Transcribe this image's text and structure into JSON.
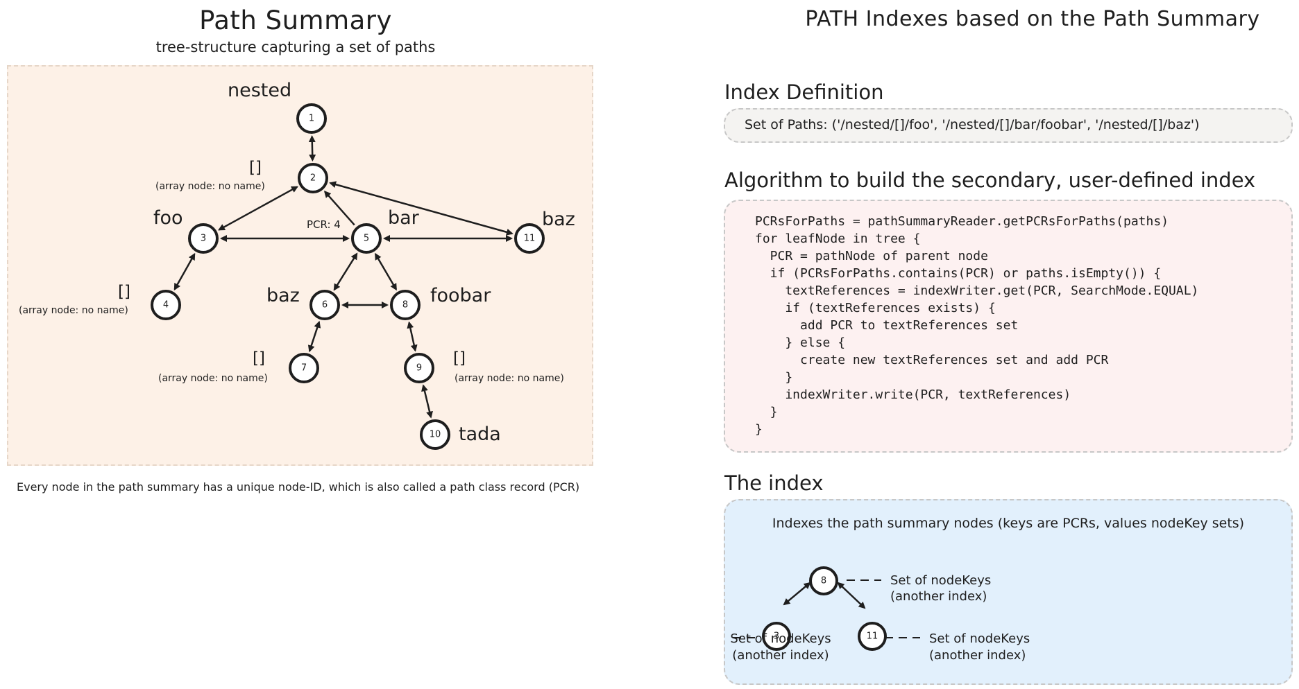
{
  "left_panel": {
    "title": "Path Summary",
    "subtitle": "tree-structure capturing a set of paths",
    "footnote": "Every node in the path summary has a unique node-ID, which is also called a path class record (PCR)",
    "tree": {
      "nodes": [
        {
          "id": "1",
          "label": "1"
        },
        {
          "id": "2",
          "label": "2"
        },
        {
          "id": "3",
          "label": "3"
        },
        {
          "id": "4",
          "label": "4"
        },
        {
          "id": "5",
          "label": "5"
        },
        {
          "id": "6",
          "label": "6"
        },
        {
          "id": "7",
          "label": "7"
        },
        {
          "id": "8",
          "label": "8"
        },
        {
          "id": "9",
          "label": "9"
        },
        {
          "id": "10",
          "label": "10"
        },
        {
          "id": "11",
          "label": "11"
        }
      ],
      "edges": [
        {
          "from": "1",
          "to": "2",
          "style": "double"
        },
        {
          "from": "2",
          "to": "3",
          "style": "double"
        },
        {
          "from": "2",
          "to": "11",
          "style": "double"
        },
        {
          "from": "5",
          "to": "2",
          "style": "single"
        },
        {
          "from": "3",
          "to": "5",
          "style": "double"
        },
        {
          "from": "5",
          "to": "11",
          "style": "double"
        },
        {
          "from": "3",
          "to": "4",
          "style": "double"
        },
        {
          "from": "5",
          "to": "6",
          "style": "double"
        },
        {
          "from": "5",
          "to": "8",
          "style": "double"
        },
        {
          "from": "6",
          "to": "8",
          "style": "double"
        },
        {
          "from": "6",
          "to": "7",
          "style": "double"
        },
        {
          "from": "8",
          "to": "9",
          "style": "double"
        },
        {
          "from": "9",
          "to": "10",
          "style": "double"
        }
      ],
      "names": {
        "nested": "nested",
        "foo": "foo",
        "bar": "bar",
        "baz_top": "baz",
        "baz_mid": "baz",
        "foobar": "foobar",
        "tada": "tada"
      },
      "array_marker": "[]",
      "array_note": "(array node: no name)",
      "pcr_note": "PCR: 4"
    }
  },
  "right_panel": {
    "title": "PATH Indexes based on the Path Summary",
    "index_definition": {
      "heading": "Index Definition",
      "text": "Set of Paths: ('/nested/[]/foo', '/nested/[]/bar/foobar', '/nested/[]/baz')"
    },
    "algorithm": {
      "heading": "Algorithm to build the secondary, user-defined index",
      "lines": [
        "PCRsForPaths = pathSummaryReader.getPCRsForPaths(paths)",
        "for leafNode in tree {",
        "  PCR = pathNode of parent node",
        "  if (PCRsForPaths.contains(PCR) or paths.isEmpty()) {",
        "    textReferences = indexWriter.get(PCR, SearchMode.EQUAL)",
        "    if (textReferences exists) {",
        "      add PCR to textReferences set",
        "    } else {",
        "      create new textReferences set and add PCR",
        "    }",
        "    indexWriter.write(PCR, textReferences)",
        "  }",
        "}"
      ]
    },
    "index": {
      "heading": "The index",
      "description": "Indexes the path summary nodes (keys are PCRs, values nodeKey sets)",
      "nodes": [
        {
          "id": "8",
          "label": "8",
          "note_line1": "Set of nodeKeys",
          "note_line2": "(another index)"
        },
        {
          "id": "3",
          "label": "3",
          "note_line1": "Set of nodeKeys",
          "note_line2": "(another index)"
        },
        {
          "id": "11",
          "label": "11",
          "note_line1": "Set of nodeKeys",
          "note_line2": "(another index)"
        }
      ]
    }
  }
}
